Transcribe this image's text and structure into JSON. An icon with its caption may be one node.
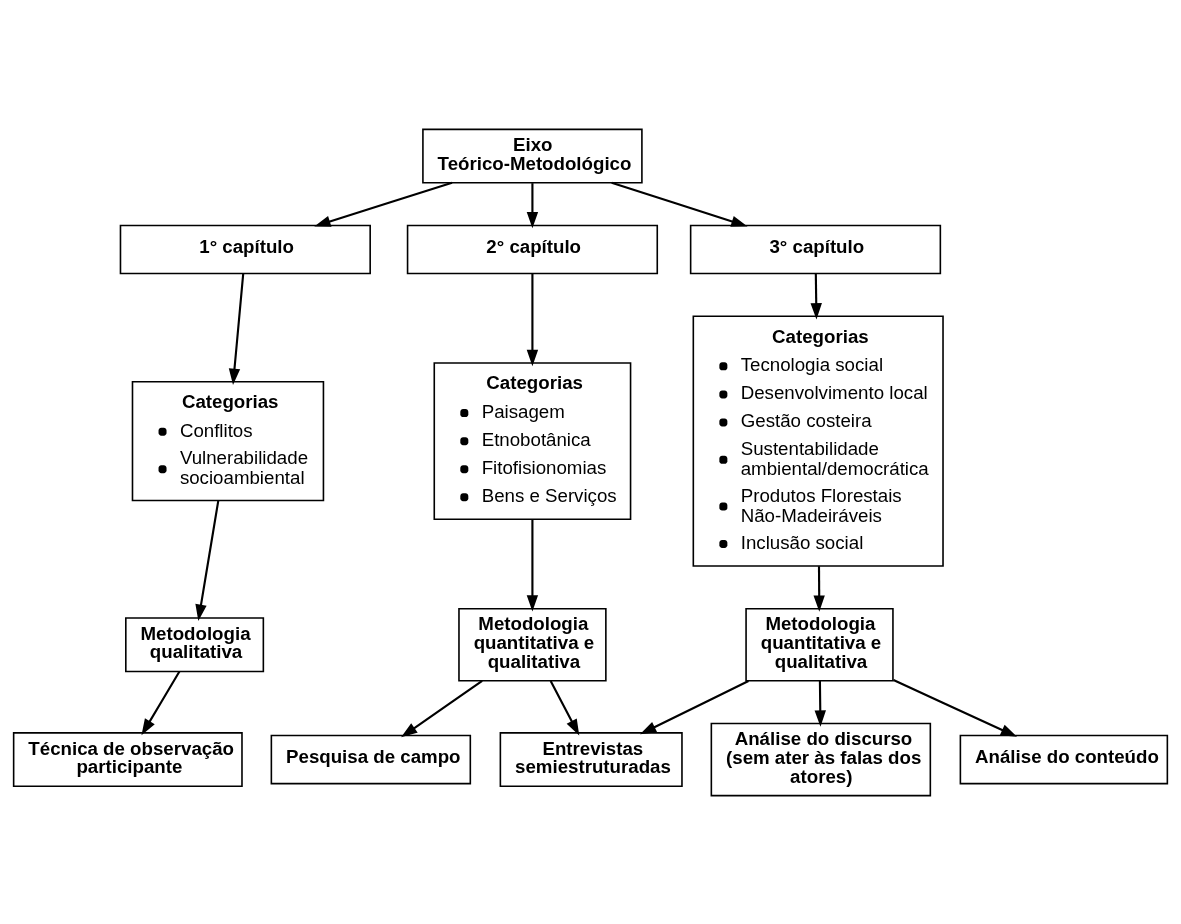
{
  "diagram": {
    "nodes": [
      {
        "text": [
          "Eixo Teórico-Metodológico"
        ]
      },
      {
        "text": [
          "1° capítulo"
        ]
      },
      {
        "text": [
          "2° capítulo"
        ]
      },
      {
        "text": [
          "3° capítulo"
        ]
      },
      {
        "text": [
          "Categorias",
          "Conflitos",
          "Vulnerabilidade socioambiental"
        ]
      },
      {
        "text": [
          "Categorias",
          "Paisagem",
          "Etnobotânica",
          "Fitofisionomias",
          "Bens e Serviços"
        ]
      },
      {
        "text": [
          "Categorias",
          "Tecnologia social",
          "Desenvolvimento local",
          "Gestão costeira",
          "Sustentabilidade ambiental/democrática",
          "Produtos Florestais Não-Madeiráveis",
          "Inclusão social"
        ]
      },
      {
        "text": [
          "Metodologia qualitativa"
        ]
      },
      {
        "text": [
          "Metodologia quantitativa e qualitativa"
        ]
      },
      {
        "text": [
          "Metodologia quantitativa e qualitativa"
        ]
      },
      {
        "text": [
          "Técnica de observação participante"
        ]
      },
      {
        "text": [
          "Pesquisa de campo"
        ]
      },
      {
        "text": [
          "Entrevistas semiestruturadas"
        ]
      },
      {
        "text": [
          "Análise do discurso (sem ater às falas dos atores)"
        ]
      },
      {
        "text": [
          "Análise do conteúdo"
        ]
      }
    ],
    "edges": [
      {
        "from": 0,
        "to": 1,
        "arrow": "to"
      },
      {
        "from": 0,
        "to": 2,
        "arrow": "to"
      },
      {
        "from": 0,
        "to": 3,
        "arrow": "to"
      },
      {
        "from": 1,
        "to": 4,
        "arrow": "to"
      },
      {
        "from": 2,
        "to": 5,
        "arrow": "to"
      },
      {
        "from": 3,
        "to": 6,
        "arrow": "to"
      },
      {
        "from": 4,
        "to": 7,
        "arrow": "to"
      },
      {
        "from": 5,
        "to": 8,
        "arrow": "to"
      },
      {
        "from": 6,
        "to": 9,
        "arrow": "to"
      },
      {
        "from": 7,
        "to": 10,
        "arrow": "to"
      },
      {
        "from": 8,
        "to": 11,
        "arrow": "to"
      },
      {
        "from": 8,
        "to": 12,
        "arrow": "to"
      },
      {
        "from": 9,
        "to": 12,
        "arrow": "to"
      },
      {
        "from": 9,
        "to": 13,
        "arrow": "to"
      },
      {
        "from": 9,
        "to": 14,
        "arrow": "to"
      }
    ]
  }
}
